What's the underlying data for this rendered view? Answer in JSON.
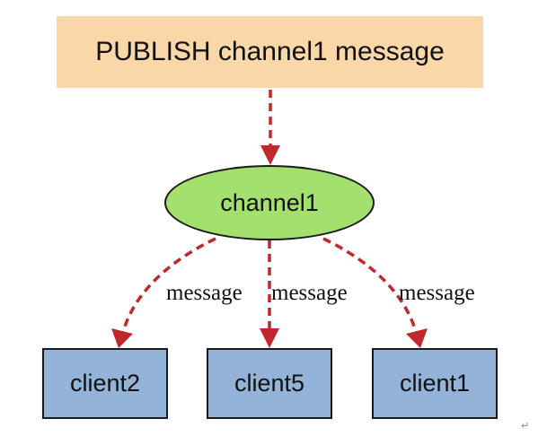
{
  "publish": {
    "text": "PUBLISH channel1 message"
  },
  "channel": {
    "label": "channel1"
  },
  "clients": [
    {
      "label": "client2"
    },
    {
      "label": "client5"
    },
    {
      "label": "client1"
    }
  ],
  "edge_labels": [
    {
      "text": "message"
    },
    {
      "text": "message"
    },
    {
      "text": "message"
    }
  ],
  "colors": {
    "publish_fill": "#fad7a8",
    "channel_fill": "#a3e06d",
    "client_fill": "#93b3d9",
    "arrow": "#c0282d"
  },
  "icons": {
    "return_mark": "↵"
  }
}
